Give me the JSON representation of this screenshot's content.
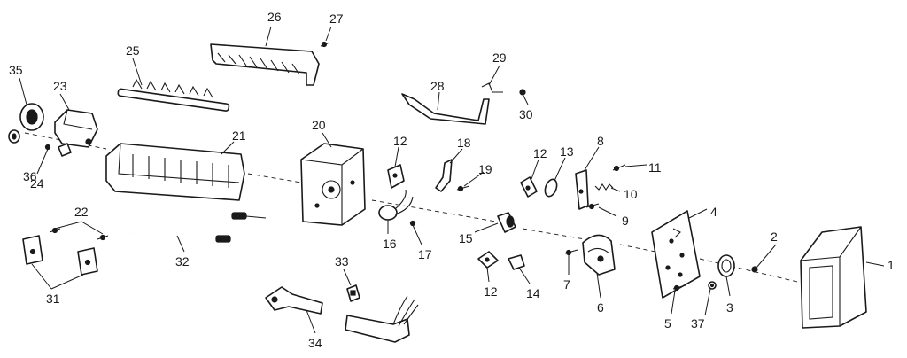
{
  "labels": {
    "n1": "1",
    "n2": "2",
    "n3": "3",
    "n4": "4",
    "n5": "5",
    "n6": "6",
    "n7": "7",
    "n8": "8",
    "n9": "9",
    "n10": "10",
    "n11": "11",
    "n12a": "12",
    "n12b": "12",
    "n12c": "12",
    "n13": "13",
    "n14": "14",
    "n15": "15",
    "n16": "16",
    "n17": "17",
    "n18": "18",
    "n19": "19",
    "n20": "20",
    "n21": "21",
    "n22": "22",
    "n23": "23",
    "n24": "24",
    "n25": "25",
    "n26": "26",
    "n27": "27",
    "n28": "28",
    "n29": "29",
    "n30": "30",
    "n31": "31",
    "n32": "32",
    "n33": "33",
    "n34": "34",
    "n35": "35",
    "n36": "36",
    "n37": "37"
  }
}
